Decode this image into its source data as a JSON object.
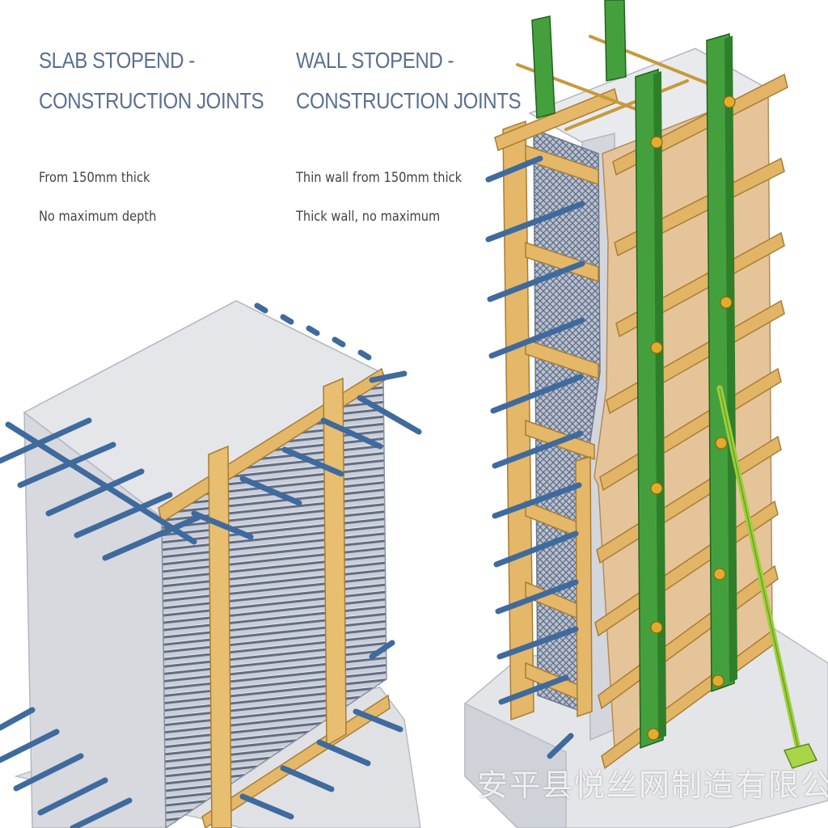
{
  "slab": {
    "title_line1": "SLAB STOPEND -",
    "title_line2": "CONSTRUCTION JOINTS",
    "spec_line1": "From 150mm thick",
    "spec_line2": "No maximum depth"
  },
  "wall": {
    "title_line1": "WALL STOPEND -",
    "title_line2": "CONSTRUCTION JOINTS",
    "spec_line1": "Thin wall from 150mm thick",
    "spec_line2": "Thick wall, no maximum"
  },
  "watermark": "安平县悦丝网制造有限公司",
  "colors": {
    "heading": "#5a7090",
    "concrete": "#d9dbe0",
    "timber": "#e0b66a",
    "rebar": "#3f6a9e",
    "mesh": "#8c96a8",
    "green_soldier": "#3f9a3a",
    "plywood": "#e6c49a"
  }
}
